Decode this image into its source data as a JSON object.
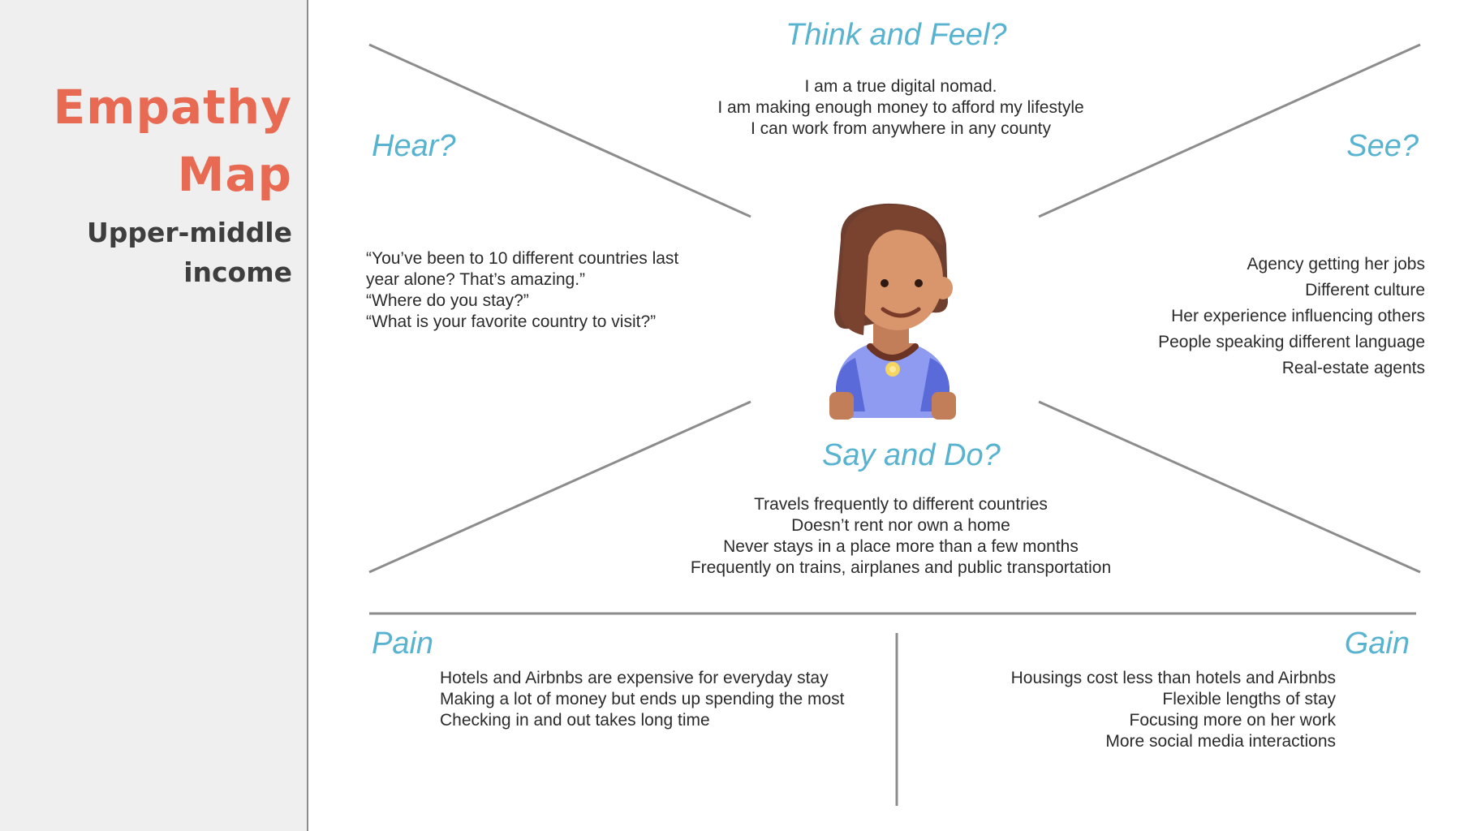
{
  "sidebar": {
    "title_line1": "Empathy",
    "title_line2": "Map",
    "subtitle": "Upper-middle income"
  },
  "think_feel": {
    "heading": "Think and Feel?",
    "items": [
      "I am a true digital nomad.",
      "I am making enough money to afford my lifestyle",
      "I can work from anywhere in any county"
    ]
  },
  "hear": {
    "heading": "Hear?",
    "items": [
      "“You’ve been to 10 different countries last",
      "year alone? That’s amazing.”",
      "“Where do you stay?”",
      "“What is your favorite country to visit?”"
    ]
  },
  "see": {
    "heading": "See?",
    "items": [
      "Agency getting her jobs",
      "Different culture",
      "Her experience influencing others",
      "People speaking different language",
      "Real-estate agents"
    ]
  },
  "say_do": {
    "heading": "Say and Do?",
    "items": [
      "Travels frequently to different countries",
      "Doesn’t rent nor own a home",
      "Never stays in a place more than a few months",
      "Frequently on trains, airplanes and public transportation"
    ]
  },
  "pain": {
    "heading": "Pain",
    "items": [
      "Hotels and Airbnbs are expensive for everyday stay",
      "Making a lot of money but ends up spending the most",
      "Checking in and out takes long time"
    ]
  },
  "gain": {
    "heading": "Gain",
    "items": [
      "Housings cost less than hotels and Airbnbs",
      "Flexible lengths of stay",
      "Focusing more on her work",
      "More social media interactions"
    ]
  },
  "colors": {
    "title": "#e96a52",
    "heading": "#57b3d0",
    "lines": "#8c8c8c",
    "sidebar_bg": "#efefef"
  },
  "icons": {
    "persona": "woman-avatar-icon"
  }
}
